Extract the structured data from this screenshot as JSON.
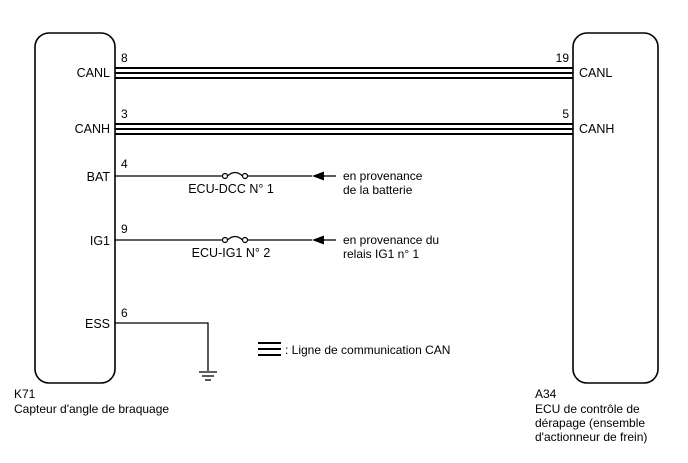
{
  "left_connector": {
    "code": "K71",
    "name": "Capteur d'angle de braquage",
    "pins": [
      {
        "label": "CANL",
        "number": "8"
      },
      {
        "label": "CANH",
        "number": "3"
      },
      {
        "label": "BAT",
        "number": "4"
      },
      {
        "label": "IG1",
        "number": "9"
      },
      {
        "label": "ESS",
        "number": "6"
      }
    ]
  },
  "right_connector": {
    "code": "A34",
    "name_lines": [
      "ECU de contrôle de",
      "dérapage (ensemble",
      "d'actionneur de frein)"
    ],
    "pins": [
      {
        "label": "CANL",
        "number": "19"
      },
      {
        "label": "CANH",
        "number": "5"
      }
    ]
  },
  "fuses": [
    {
      "label": "ECU-DCC N° 1",
      "source_lines": [
        "en provenance",
        "de la batterie"
      ]
    },
    {
      "label": "ECU-IG1 N° 2",
      "source_lines": [
        "en provenance du",
        "relais IG1 n° 1"
      ]
    }
  ],
  "legend": {
    "text": ": Ligne de communication CAN"
  }
}
